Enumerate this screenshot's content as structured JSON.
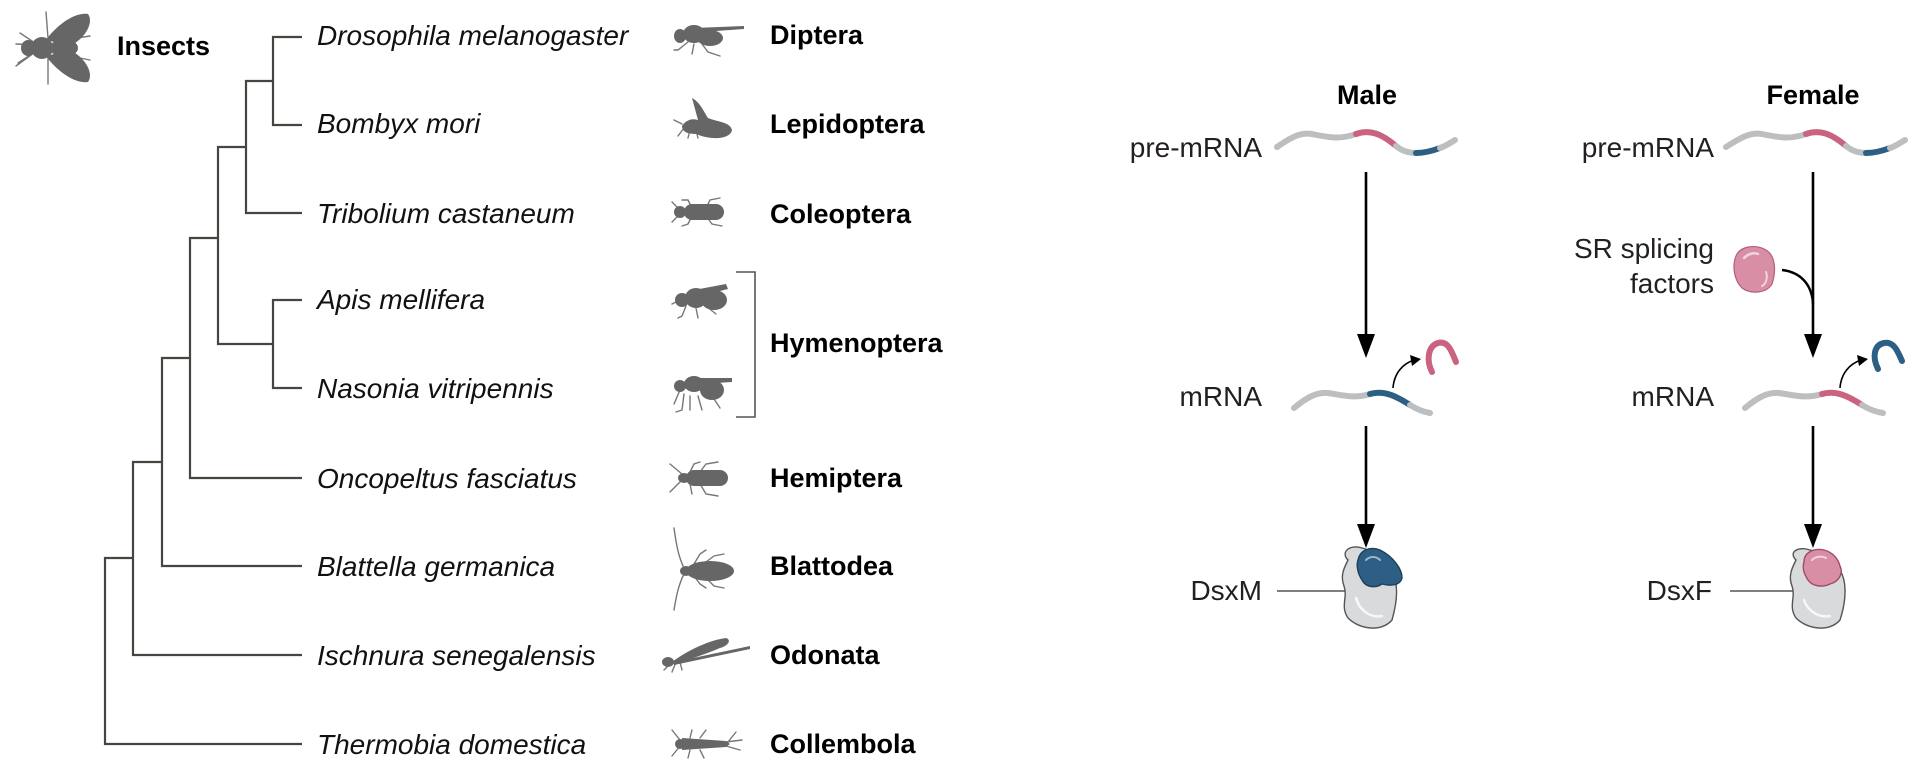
{
  "phylogeny": {
    "title": "Insects",
    "title_icon": "fly-icon",
    "taxa": [
      {
        "species": "Drosophila melanogaster",
        "order": "Diptera",
        "icon": "fly-icon"
      },
      {
        "species": "Bombyx mori",
        "order": "Lepidoptera",
        "icon": "moth-icon"
      },
      {
        "species": "Tribolium castaneum",
        "order": "Coleoptera",
        "icon": "beetle-icon"
      },
      {
        "species": "Apis mellifera",
        "order": "Hymenoptera",
        "icon": "bee-icon"
      },
      {
        "species": "Nasonia vitripennis",
        "order": "Hymenoptera",
        "icon": "wasp-icon"
      },
      {
        "species": "Oncopeltus fasciatus",
        "order": "Hemiptera",
        "icon": "bug-icon"
      },
      {
        "species": "Blattella germanica",
        "order": "Blattodea",
        "icon": "cockroach-icon"
      },
      {
        "species": "Ischnura senegalensis",
        "order": "Odonata",
        "icon": "damselfly-icon"
      },
      {
        "species": "Thermobia domestica",
        "order": "Collembola",
        "icon": "firebrat-icon"
      }
    ],
    "grouped_order": "Hymenoptera",
    "topology": "((((Drosophila melanogaster,Bombyx mori),Tribolium castaneum),(Apis mellifera,Nasonia vitripennis)),Oncopeltus fasciatus),Blattella germanica),Ischnura senegalensis),Thermobia domestica"
  },
  "splicing": {
    "row_labels": {
      "pre_mrna": "pre-mRNA",
      "mrna": "mRNA"
    },
    "male": {
      "header": "Male",
      "protein": "DsxM",
      "retained_exon_color": "#2d5f85",
      "excised_exon_color": "#c9637f"
    },
    "female": {
      "header": "Female",
      "protein": "DsxF",
      "factor_line1": "SR splicing",
      "factor_line2": "factors",
      "retained_exon_color": "#c9637f",
      "excised_exon_color": "#2d5f85"
    },
    "colors": {
      "intron_gray": "#bcbec0",
      "pink": "#c9637f",
      "blue": "#2d5f85",
      "protein_gray": "#d9dadb"
    }
  }
}
